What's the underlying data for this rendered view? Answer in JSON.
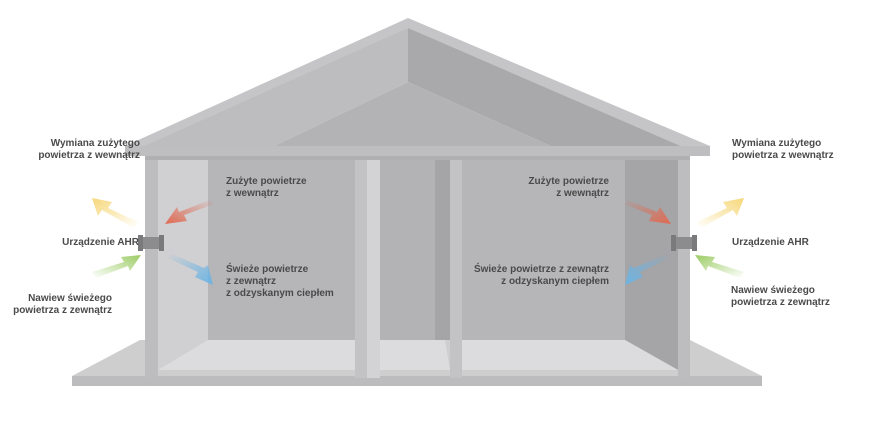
{
  "labels": {
    "left_exhaust": [
      "Wymiana zużytego",
      "powietrza z wewnątrz"
    ],
    "left_unit": "Urządzenie AHR",
    "left_intake": [
      "Nawiew świeżego",
      "powietrza z zewnątrz"
    ],
    "left_inner_used": [
      "Zużyte powietrze",
      "z wewnątrz"
    ],
    "left_inner_fresh": [
      "Świeże powietrze",
      "z zewnątrz",
      "z odzyskanym ciepłem"
    ],
    "right_exhaust": [
      "Wymiana zużytego",
      "powietrza z wewnątrz"
    ],
    "right_unit": "Urządzenie AHR",
    "right_intake": [
      "Nawiew świeżego",
      "powietrza z zewnątrz"
    ],
    "right_inner_used": [
      "Zużyte powietrze",
      "z wewnątrz"
    ],
    "right_inner_fresh": [
      "Świeże powietrze z zewnątrz",
      "z odzyskanym ciepłem"
    ]
  },
  "colors": {
    "exhaust_arrow": "#f6d77a",
    "intake_arrow": "#9ccc65",
    "used_air_arrow": "#e06a52",
    "fresh_air_arrow": "#6cb4e4"
  }
}
